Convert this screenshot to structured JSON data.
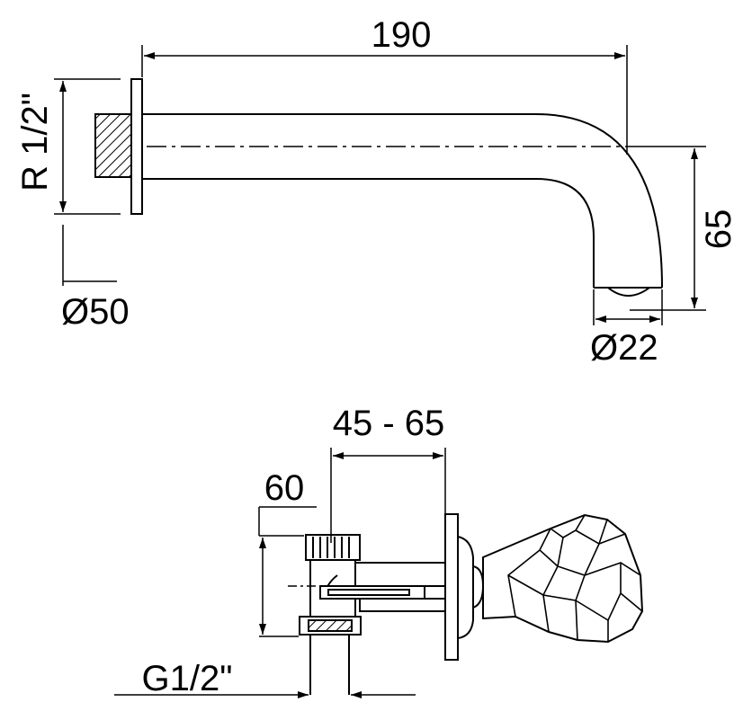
{
  "drawing": {
    "spout": {
      "length_label": "190",
      "thread_label": "R 1/2\"",
      "height_label": "65",
      "flange_diameter_label": "Ø50",
      "outlet_diameter_label": "Ø22"
    },
    "valve": {
      "range_label": "45 - 65",
      "depth_label": "60",
      "thread_label": "G1/2\""
    },
    "line_color": "#000000",
    "background": "#ffffff"
  }
}
